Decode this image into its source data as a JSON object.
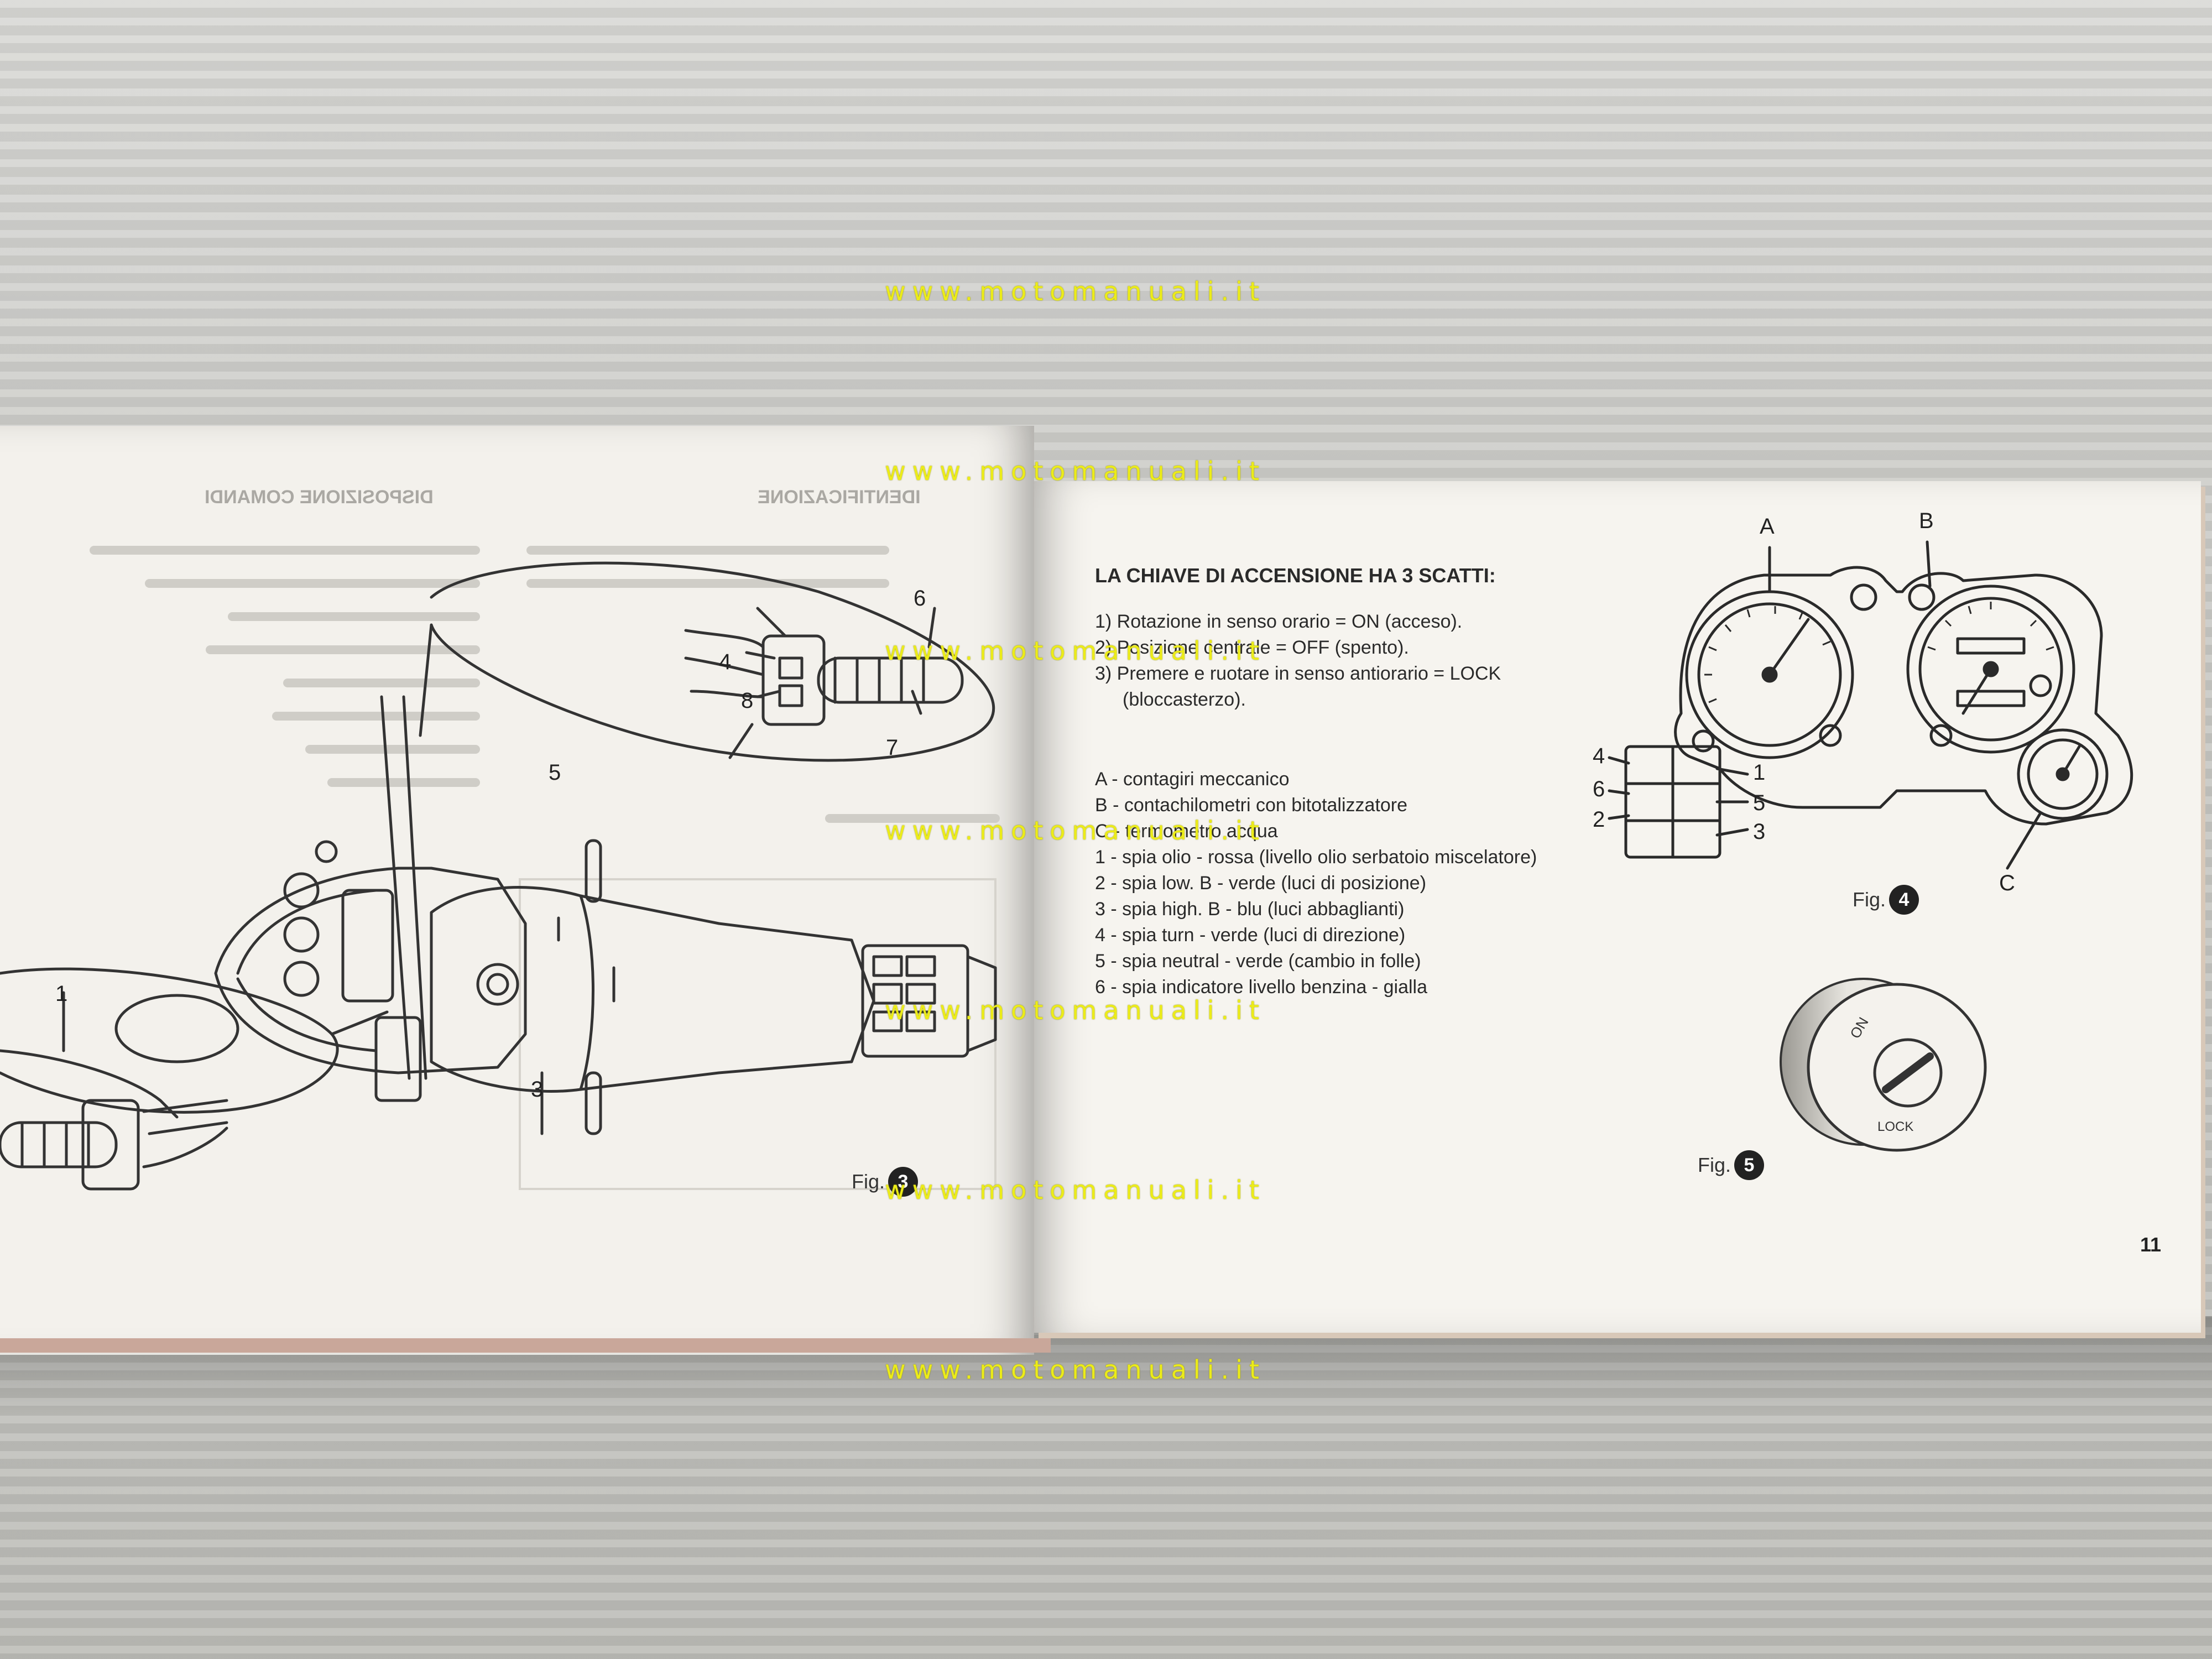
{
  "watermark": {
    "text": "www.motomanuali.it",
    "color": "#ecec18"
  },
  "left_page": {
    "mirror_heading_1": "DISPOSIZIONE COMANDI",
    "mirror_heading_2": "IDENTIFICAZIONE",
    "figure": {
      "label": "Fig.",
      "number": "3",
      "callouts": [
        "1",
        "3",
        "4",
        "5",
        "6",
        "7",
        "8"
      ]
    }
  },
  "right_page": {
    "heading": "LA CHIAVE DI ACCENSIONE HA 3 SCATTI:",
    "key_steps": [
      "1) Rotazione in senso orario = ON (acceso).",
      "2) Posizione centrale = OFF (spento).",
      "3) Premere e ruotare in senso antiorario = LOCK",
      "(bloccasterzo)."
    ],
    "legend": [
      "A - contagiri meccanico",
      "B - contachilometri con bitotalizzatore",
      "C - termometro acqua",
      "1 - spia olio - rossa (livello olio serbatoio miscelatore)",
      "2 - spia low. B - verde (luci di posizione)",
      "3 - spia high. B - blu (luci abbaglianti)",
      "4 - spia turn - verde (luci di direzione)",
      "5 - spia neutral - verde (cambio in folle)",
      "6 - spia indicatore livello benzina - gialla"
    ],
    "fig4": {
      "label": "Fig.",
      "number": "4",
      "callouts": [
        "A",
        "B",
        "C",
        "4",
        "6",
        "2",
        "1",
        "5",
        "3"
      ]
    },
    "fig5": {
      "label": "Fig.",
      "number": "5"
    },
    "page_number": "11"
  }
}
